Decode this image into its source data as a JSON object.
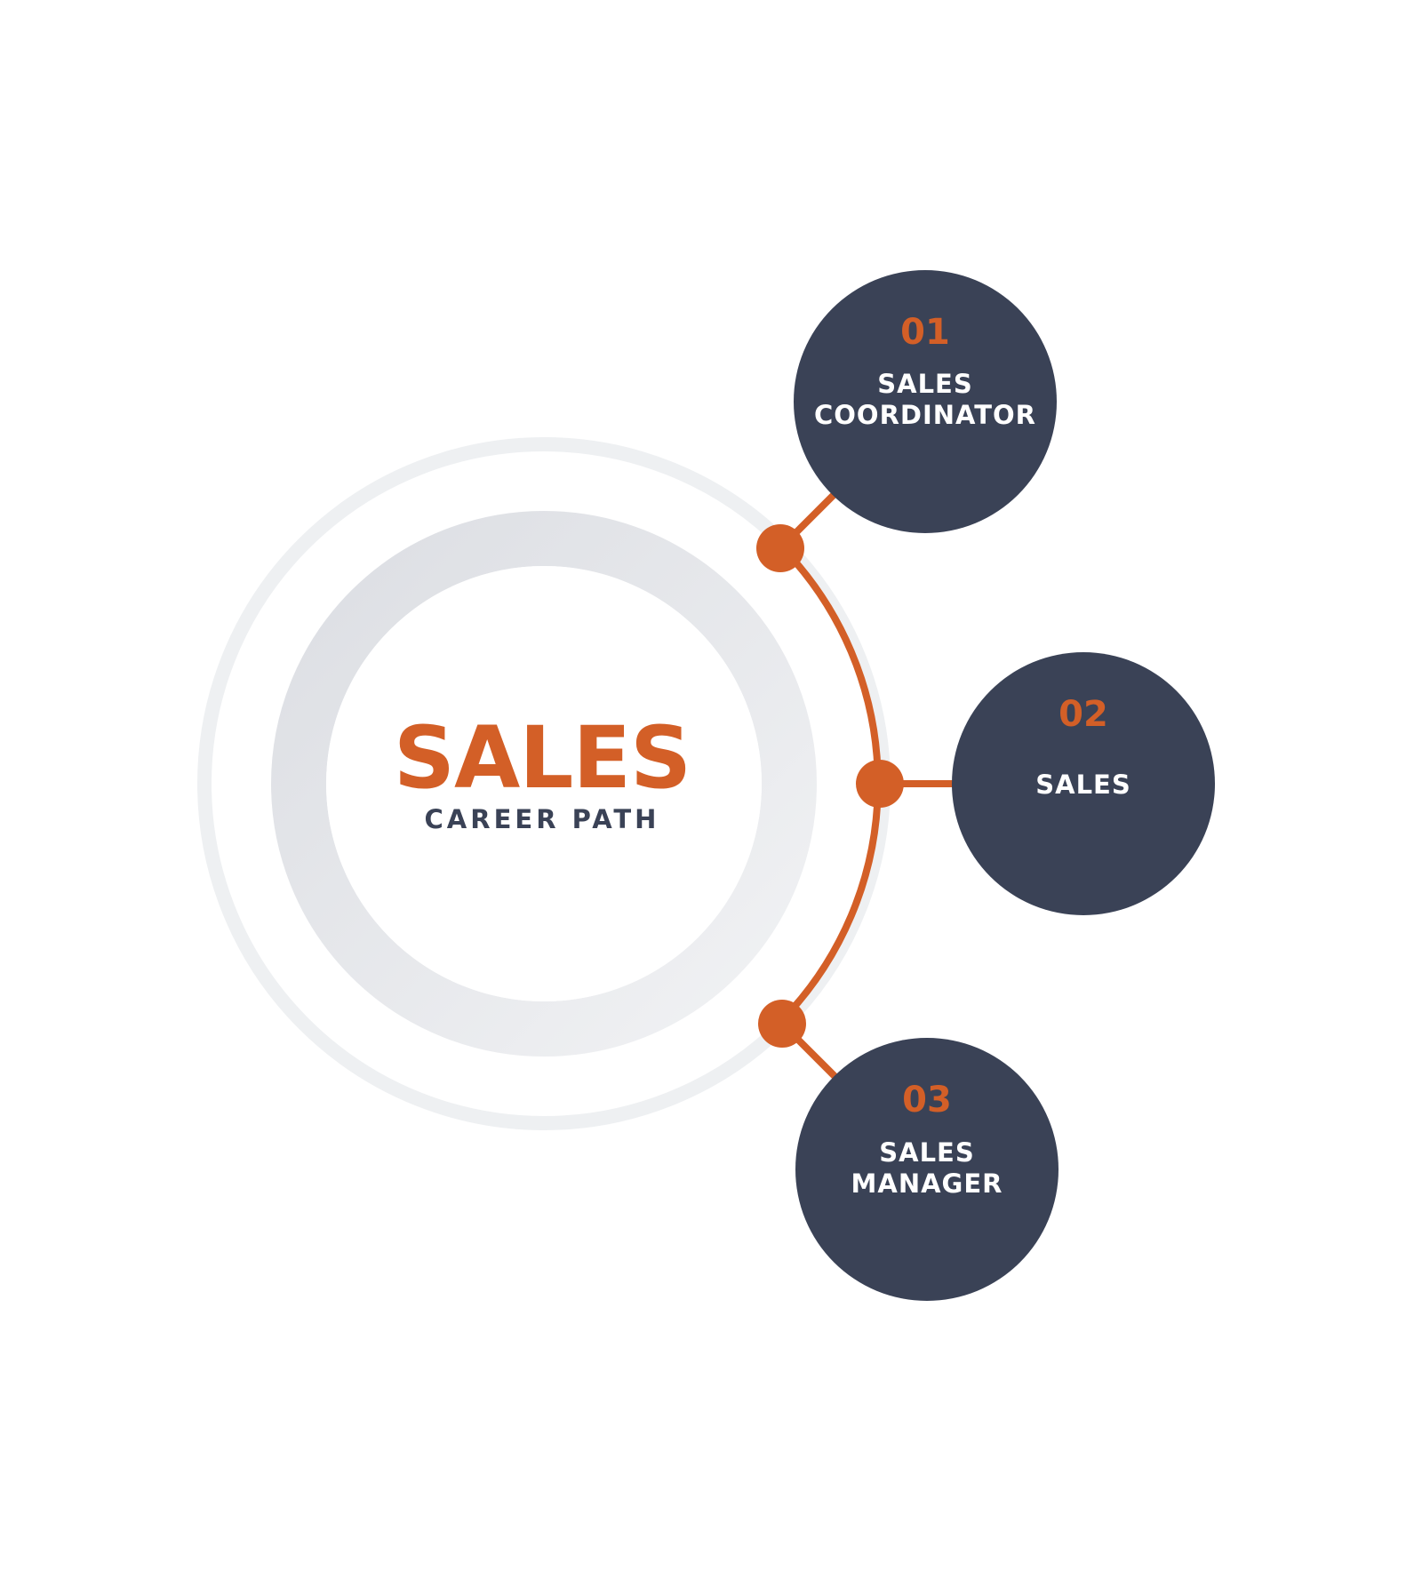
{
  "center": {
    "title": "SALES",
    "subtitle": "CAREER PATH"
  },
  "steps": [
    {
      "number": "01",
      "label": "SALES\nCOORDINATOR"
    },
    {
      "number": "02",
      "label": "SALES"
    },
    {
      "number": "03",
      "label": "SALES\nMANAGER"
    }
  ],
  "colors": {
    "accent": "#d35f27",
    "node_fill": "#3a4256",
    "node_text": "#ffffff",
    "ring_light": "#eef0f2",
    "ring_mid": "#e3e5e9",
    "background": "#ffffff"
  }
}
